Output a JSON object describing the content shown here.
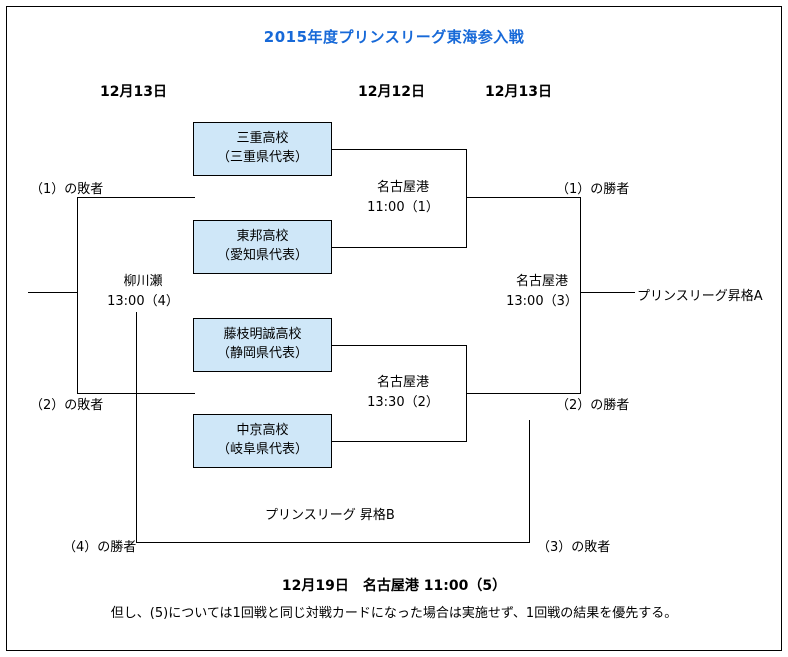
{
  "title": "2015年度プリンスリーグ東海参入戦",
  "title_color": "#1769d8",
  "box_fill": "#cfe7f8",
  "date_headers": [
    {
      "label": "12月13日"
    },
    {
      "label": "12月12日"
    },
    {
      "label": "12月13日"
    }
  ],
  "teams": [
    {
      "name": "三重高校",
      "rep": "（三重県代表）"
    },
    {
      "name": "東邦高校",
      "rep": "（愛知県代表）"
    },
    {
      "name": "藤枝明誠高校",
      "rep": "（静岡県代表）"
    },
    {
      "name": "中京高校",
      "rep": "（岐阜県代表）"
    }
  ],
  "matches": [
    {
      "id": "1",
      "venue": "名古屋港",
      "time": "11:00（1）"
    },
    {
      "id": "2",
      "venue": "名古屋港",
      "time": "13:30（2）"
    },
    {
      "id": "3",
      "venue": "名古屋港",
      "time": "13:00（3）"
    },
    {
      "id": "4",
      "venue": "柳川瀬",
      "time": "13:00（4）"
    }
  ],
  "feeds": {
    "loser1": "（1）の敗者",
    "loser2": "（2）の敗者",
    "winner1": "（1）の勝者",
    "winner2": "（2）の勝者",
    "winner4": "（4）の勝者",
    "loser3": "（3）の敗者"
  },
  "promotions": {
    "a": "プリンスリーグ昇格A",
    "b": "プリンスリーグ 昇格B"
  },
  "footer": {
    "line1": "12月19日　名古屋港 11:00（5）",
    "line2": "但し、(5)については1回戦と同じ対戦カードになった場合は実施せず、1回戦の結果を優先する。"
  }
}
